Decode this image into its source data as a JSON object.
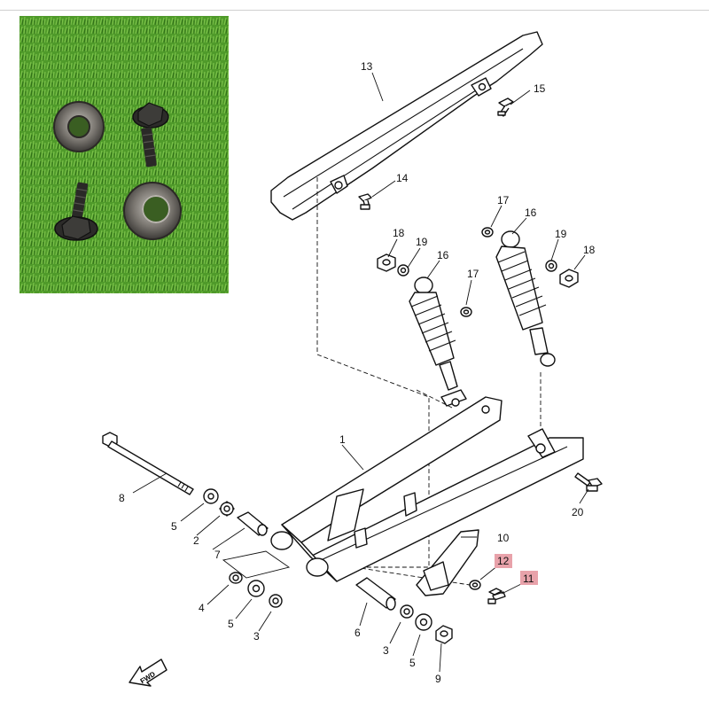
{
  "diagram": {
    "callouts": [
      {
        "id": "c13",
        "label": "13"
      },
      {
        "id": "c15",
        "label": "15"
      },
      {
        "id": "c14",
        "label": "14"
      },
      {
        "id": "c17a",
        "label": "17"
      },
      {
        "id": "c16a",
        "label": "16"
      },
      {
        "id": "c18a",
        "label": "18"
      },
      {
        "id": "c19a",
        "label": "19"
      },
      {
        "id": "c16b",
        "label": "16"
      },
      {
        "id": "c17b",
        "label": "17"
      },
      {
        "id": "c19b",
        "label": "19"
      },
      {
        "id": "c18b",
        "label": "18"
      },
      {
        "id": "c1",
        "label": "1"
      },
      {
        "id": "c8",
        "label": "8"
      },
      {
        "id": "c5a",
        "label": "5"
      },
      {
        "id": "c2",
        "label": "2"
      },
      {
        "id": "c7",
        "label": "7"
      },
      {
        "id": "c10",
        "label": "10"
      },
      {
        "id": "c12",
        "label": "12",
        "highlight": true
      },
      {
        "id": "c11",
        "label": "11",
        "highlight": true
      },
      {
        "id": "c20",
        "label": "20"
      },
      {
        "id": "c4",
        "label": "4"
      },
      {
        "id": "c5b",
        "label": "5"
      },
      {
        "id": "c3a",
        "label": "3"
      },
      {
        "id": "c6",
        "label": "6"
      },
      {
        "id": "c3b",
        "label": "3"
      },
      {
        "id": "c5c",
        "label": "5"
      },
      {
        "id": "c9",
        "label": "9"
      }
    ],
    "fwd_label": "FWD",
    "highlight_color": "#e8a2aa",
    "photo": {
      "description_icon": "washers-and-flange-bolts-photo",
      "background_color": "#4f9a2a"
    }
  }
}
